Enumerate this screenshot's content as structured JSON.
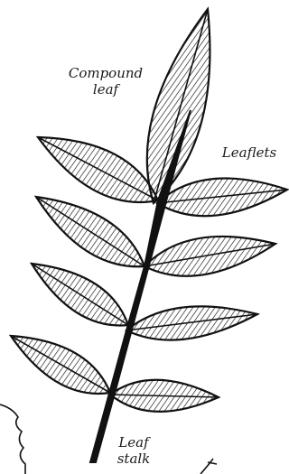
{
  "labels": {
    "compound_leaf": [
      "Compound",
      "leaf"
    ],
    "leaflets": "Leaflets",
    "leaf_stalk": [
      "Leaf",
      "stalk"
    ]
  },
  "colors": {
    "ink": "#111111",
    "paper": "#ffffff"
  },
  "leaflet_count": 9
}
